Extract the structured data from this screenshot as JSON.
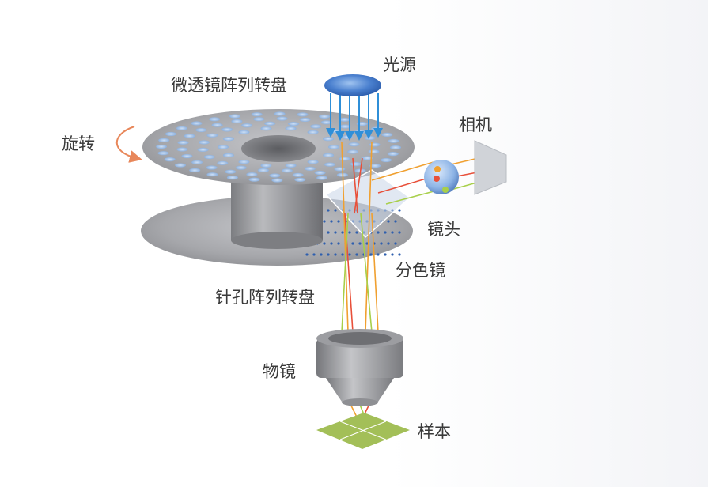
{
  "labels": {
    "light_source": "光源",
    "microlens_disk": "微透镜阵列转盘",
    "rotation": "旋转",
    "camera": "相机",
    "lens": "镜头",
    "dichroic_mirror": "分色镜",
    "pinhole_disk": "针孔阵列转盘",
    "objective": "物镜",
    "sample": "样本"
  },
  "colors": {
    "disk_gray": "#a9aaae",
    "lens_blue": "#5b8fd6",
    "light_ray_blue": "#2f8fd8",
    "ray_orange": "#f0a030",
    "ray_red": "#e8503a",
    "ray_green": "#a8cf4a",
    "sample_green": "#a3bf58",
    "rotation_arrow": "#e8875a"
  },
  "icons": {
    "rotation": "curved-arrow-icon",
    "light_source": "lens-ellipse-icon",
    "camera": "camera-sensor-icon"
  }
}
